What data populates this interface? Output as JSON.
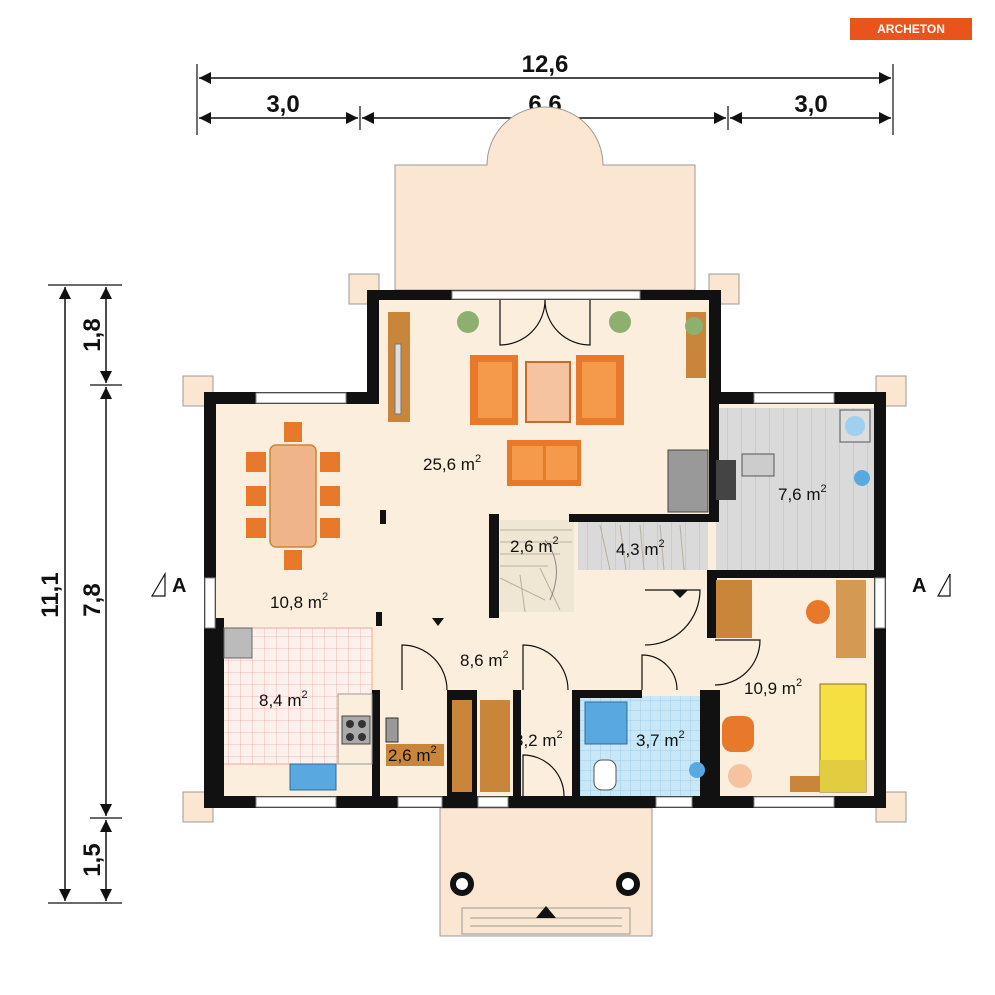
{
  "brand": {
    "name": "ARCHETON"
  },
  "dimensions": {
    "total_width": "12,6",
    "segments": [
      "3,0",
      "6,6",
      "3,0"
    ],
    "total_depth": "11,1",
    "depth_segments": [
      "1,8",
      "7,8",
      "1,5"
    ]
  },
  "section_marker": "A",
  "rooms": [
    {
      "id": "living",
      "value": "25,6 m"
    },
    {
      "id": "dining",
      "value": "10,8 m"
    },
    {
      "id": "kitchen",
      "value": "8,4 m"
    },
    {
      "id": "hall",
      "value": "8,6 m"
    },
    {
      "id": "pantry",
      "value": "2,6 m"
    },
    {
      "id": "wardrobe",
      "value": "3,2 m"
    },
    {
      "id": "bathroom",
      "value": "3,7 m"
    },
    {
      "id": "bedroom",
      "value": "10,9 m"
    },
    {
      "id": "utility",
      "value": "7,6 m"
    },
    {
      "id": "stairs",
      "value": "2,6 m"
    },
    {
      "id": "storage",
      "value": "4,3 m"
    }
  ],
  "area_exponent": "2",
  "colors": {
    "wall": "#111111",
    "floor": "#fbeedd",
    "terrace": "#fbe6d2",
    "tile_bath": "#b8e0f6",
    "tile_utility": "#dcdcdc",
    "kitchen_grid": "#f4b8a8",
    "furniture": "#e8782a",
    "wood": "#c9853a",
    "brand": "#e8541c"
  }
}
